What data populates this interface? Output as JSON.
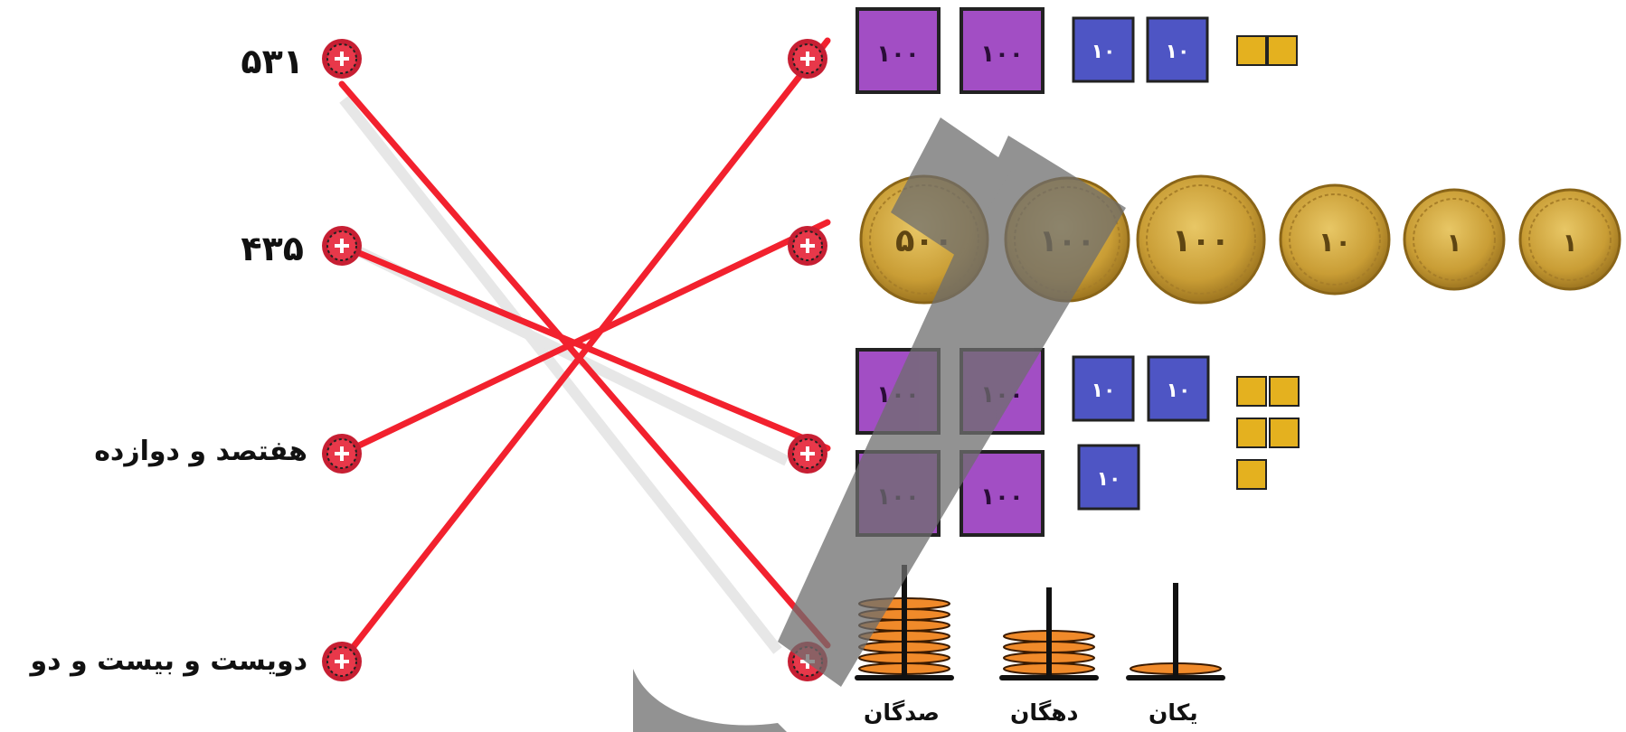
{
  "left_items": [
    {
      "text": "۵۳۱"
    },
    {
      "text": "۴۳۵"
    },
    {
      "text": "هفتصد و دوازده"
    },
    {
      "text": "دویست و بیست و دو"
    }
  ],
  "blocks_top": {
    "hundreds": [
      "۱۰۰",
      "۱۰۰"
    ],
    "tens": [
      "۱۰",
      "۱۰"
    ],
    "ones_count": 2
  },
  "coins": [
    "۵۰۰",
    "۱۰۰",
    "۱۰۰",
    "۱۰",
    "۱",
    "۱"
  ],
  "blocks_mid": {
    "hundreds": [
      "۱۰۰",
      "۱۰۰",
      "۱۰۰",
      "۱۰۰"
    ],
    "tens": [
      "۱۰",
      "۱۰",
      "۱۰"
    ],
    "ones_count": 5
  },
  "abacus": {
    "hundreds_label": "صدگان",
    "tens_label": "دهگان",
    "ones_label": "یکان",
    "hundreds_beads": 7,
    "tens_beads": 4,
    "ones_beads": 1
  },
  "connections": [
    {
      "from": 0,
      "to": 3
    },
    {
      "from": 1,
      "to": 2
    },
    {
      "from": 2,
      "to": 1
    },
    {
      "from": 3,
      "to": 0
    }
  ],
  "colors": {
    "line": "#f2212e",
    "hundreds_block": "#a24ec4",
    "tens_block": "#4e55c4",
    "ones_block": "#e4b11f",
    "coin": "#cfa83c",
    "bead": "#f08a2a",
    "dot": "#e8384a",
    "watermark": "#666666"
  }
}
